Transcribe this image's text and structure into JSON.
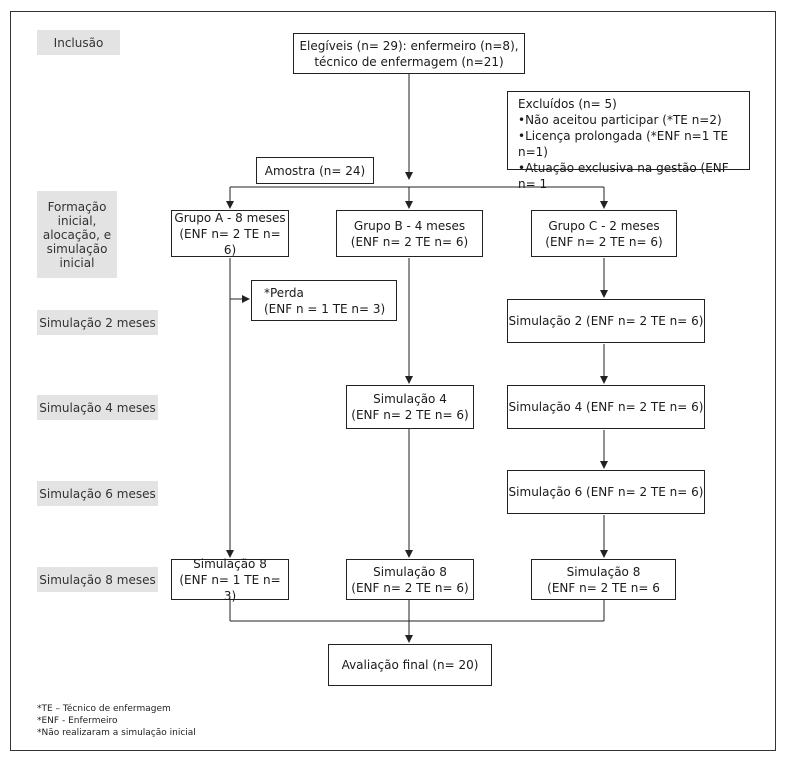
{
  "labels": {
    "inclusao": "Inclusão",
    "formacao": [
      "Formação",
      "inicial,",
      "alocação, e",
      "simulação",
      "inicial"
    ],
    "sim2": "Simulação 2 meses",
    "sim4": "Simulação 4 meses",
    "sim6": "Simulação 6 meses",
    "sim8": "Simulação 8 meses"
  },
  "boxes": {
    "elegiveis": [
      "Elegíveis (n= 29): enfermeiro (n=8),",
      "técnico de enfermagem (n=21)"
    ],
    "excluidos": [
      "Excluídos (n= 5)",
      "•Não aceitou participar (*TE n=2)",
      "•Licença prolongada (*ENF n=1 TE n=1)",
      "•Atuação exclusiva na gestão (ENF n= 1"
    ],
    "amostra": "Amostra (n= 24)",
    "grupo_a": [
      "Grupo A - 8 meses",
      "(ENF n= 2 TE n= 6)"
    ],
    "grupo_b": [
      "Grupo B - 4 meses",
      "(ENF n= 2 TE n= 6)"
    ],
    "grupo_c": [
      "Grupo C - 2 meses",
      "(ENF n= 2 TE n= 6)"
    ],
    "perda": [
      "*Perda",
      "(ENF n = 1 TE n= 3)"
    ],
    "c_sim2": "Simulação 2 (ENF n= 2 TE n= 6)",
    "b_sim4": [
      "Simulação 4",
      "(ENF n= 2 TE n= 6)"
    ],
    "c_sim4": "Simulação 4 (ENF n= 2 TE n= 6)",
    "c_sim6": "Simulação 6 (ENF n= 2 TE n= 6)",
    "a_sim8": [
      "Simulação 8",
      "(ENF n= 1 TE n= 3)"
    ],
    "b_sim8": [
      "Simulação 8",
      "(ENF n= 2 TE n= 6)"
    ],
    "c_sim8": [
      "Simulação 8",
      "(ENF n= 2 TE n= 6"
    ],
    "final": "Avaliação final (n= 20)"
  },
  "legend": [
    "*TE – Técnico de enfermagem",
    "*ENF - Enfermeiro",
    "*Não realizaram a simulação inicial"
  ]
}
